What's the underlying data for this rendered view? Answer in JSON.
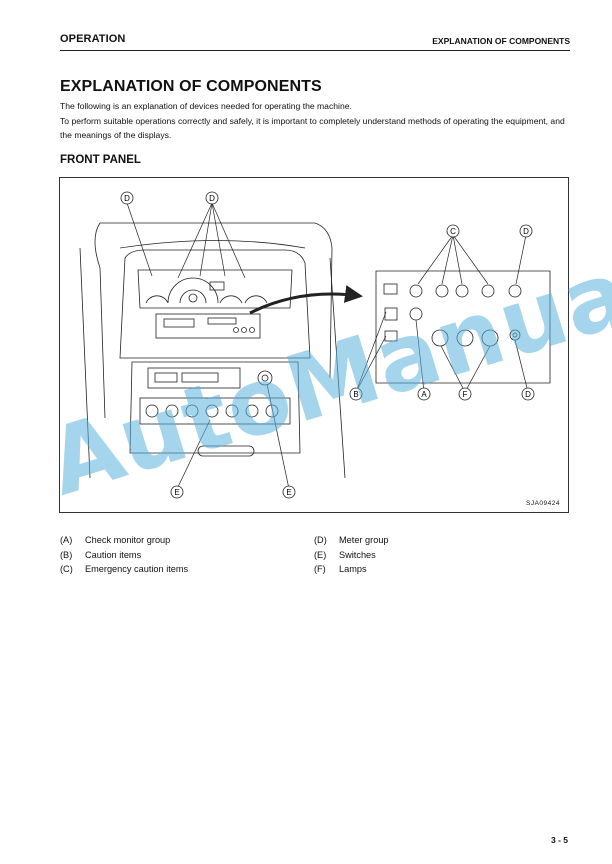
{
  "header": {
    "section": "OPERATION",
    "chapter": "EXPLANATION OF COMPONENTS"
  },
  "title": "EXPLANATION OF COMPONENTS",
  "intro": [
    "The following is an explanation of devices needed for operating the machine.",
    "To perform suitable operations correctly and safely, it is important to completely understand methods of operating the equipment, and the meanings of the displays."
  ],
  "subtitle": "FRONT PANEL",
  "figure": {
    "code": "SJA09424",
    "callouts": {
      "A": "A",
      "B": "B",
      "C": "C",
      "D": "D",
      "E": "E",
      "F": "F"
    }
  },
  "watermark": "AutoManual",
  "legend": {
    "left": [
      {
        "code": "(A)",
        "label": "Check monitor group"
      },
      {
        "code": "(B)",
        "label": "Caution items"
      },
      {
        "code": "(C)",
        "label": "Emergency caution items"
      }
    ],
    "right": [
      {
        "code": "(D)",
        "label": "Meter group"
      },
      {
        "code": "(E)",
        "label": "Switches"
      },
      {
        "code": "(F)",
        "label": "Lamps"
      }
    ]
  },
  "page_number": "3 - 5",
  "colors": {
    "watermark": "#5ab2de",
    "ink": "#111111"
  }
}
